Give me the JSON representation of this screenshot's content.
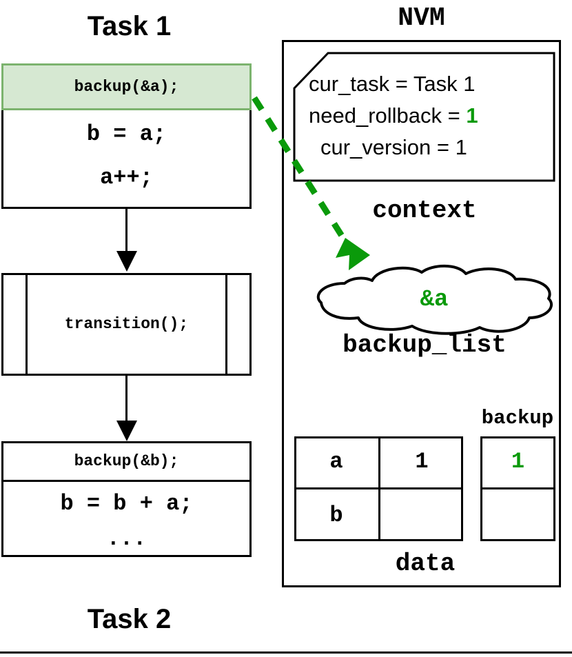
{
  "diagram": {
    "title_left_top": "Task 1",
    "title_left_bottom": "Task 2",
    "title_right": "NVM",
    "accent_green_text": "#0a9a0a",
    "highlight_fill": "#d6e8d2",
    "highlight_border": "#7cb36e"
  },
  "task1": {
    "label": "Task 1",
    "highlighted_statement": "backup(&a);",
    "body_lines": [
      "b = a;",
      "a++;"
    ]
  },
  "transition": {
    "label": "transition();"
  },
  "task2": {
    "label": "Task 2",
    "header_statement": "backup(&b);",
    "body_lines": [
      "b = b + a;",
      "..."
    ]
  },
  "nvm": {
    "label": "NVM",
    "context": {
      "caption": "context",
      "fields": [
        {
          "text": "cur_task = Task 1",
          "value": "",
          "value_green": false
        },
        {
          "text": "need_rollback = ",
          "value": "1",
          "value_green": true
        },
        {
          "text": "cur_version = 1",
          "value": "",
          "value_green": false
        }
      ]
    },
    "backup_list": {
      "caption": "backup_list",
      "entry": "&a"
    },
    "data": {
      "caption": "data",
      "backup_caption": "backup",
      "rows": [
        {
          "name": "a",
          "value": "1",
          "backup": "1",
          "backup_green": true
        },
        {
          "name": "b",
          "value": "",
          "backup": "",
          "backup_green": false
        }
      ]
    }
  },
  "arrows": {
    "task1_to_transition": "flow-arrow-down",
    "transition_to_task2": "flow-arrow-down",
    "backup_to_backup_list": "dashed-green-arrow"
  }
}
